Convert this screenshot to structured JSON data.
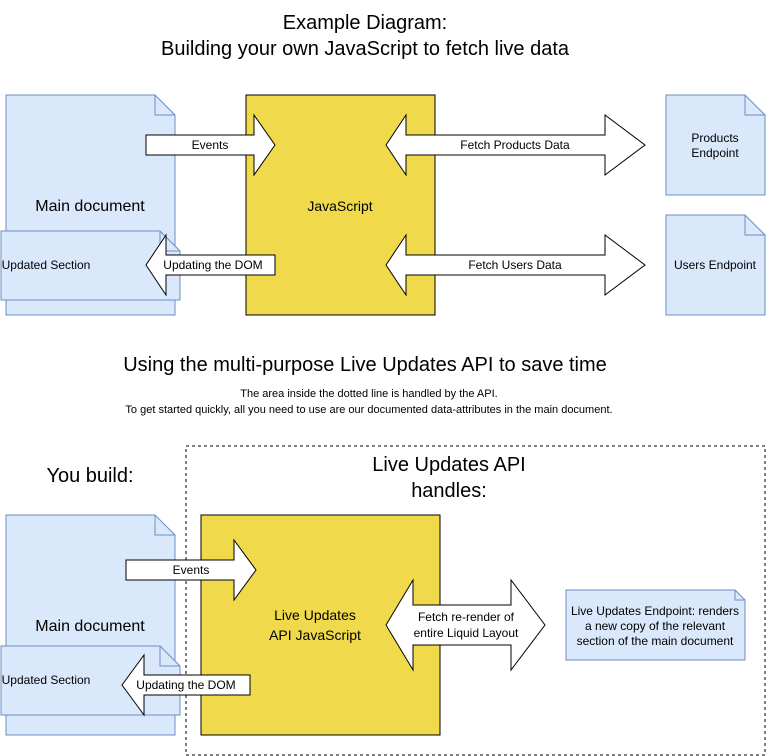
{
  "top": {
    "title_line1": "Example Diagram:",
    "title_line2": "Building your own JavaScript to fetch live data",
    "main_document": "Main document",
    "updated_section": "Updated Section",
    "javascript": "JavaScript",
    "events": "Events",
    "updating_dom": "Updating the DOM",
    "fetch_products": "Fetch Products Data",
    "fetch_users": "Fetch Users Data",
    "products_endpoint_line1": "Products",
    "products_endpoint_line2": "Endpoint",
    "users_endpoint": "Users Endpoint"
  },
  "bottom": {
    "title": "Using the multi-purpose Live Updates API to save time",
    "subtitle_line1": "The area inside the dotted line is handled by the API.",
    "subtitle_line2": "To get started quickly, all you need to use are our documented data-attributes in the main document.",
    "you_build": "You build:",
    "api_handles_line1": "Live Updates API",
    "api_handles_line2": "handles:",
    "main_document": "Main document",
    "updated_section": "Updated Section",
    "api_js_line1": "Live Updates",
    "api_js_line2": "API JavaScript",
    "events": "Events",
    "updating_dom": "Updating the DOM",
    "fetch_line1": "Fetch re-render of",
    "fetch_line2": "entire Liquid Layout",
    "endpoint_line1": "Live Updates Endpoint: renders",
    "endpoint_line2": "a new copy of the relevant",
    "endpoint_line3": "section of the main document"
  },
  "colors": {
    "doc_fill": "#dae8fc",
    "doc_stroke": "#6c8ebf",
    "js_fill": "#f0da4b",
    "js_stroke": "#000000",
    "arrow_fill": "#ffffff",
    "arrow_stroke": "#000000"
  }
}
